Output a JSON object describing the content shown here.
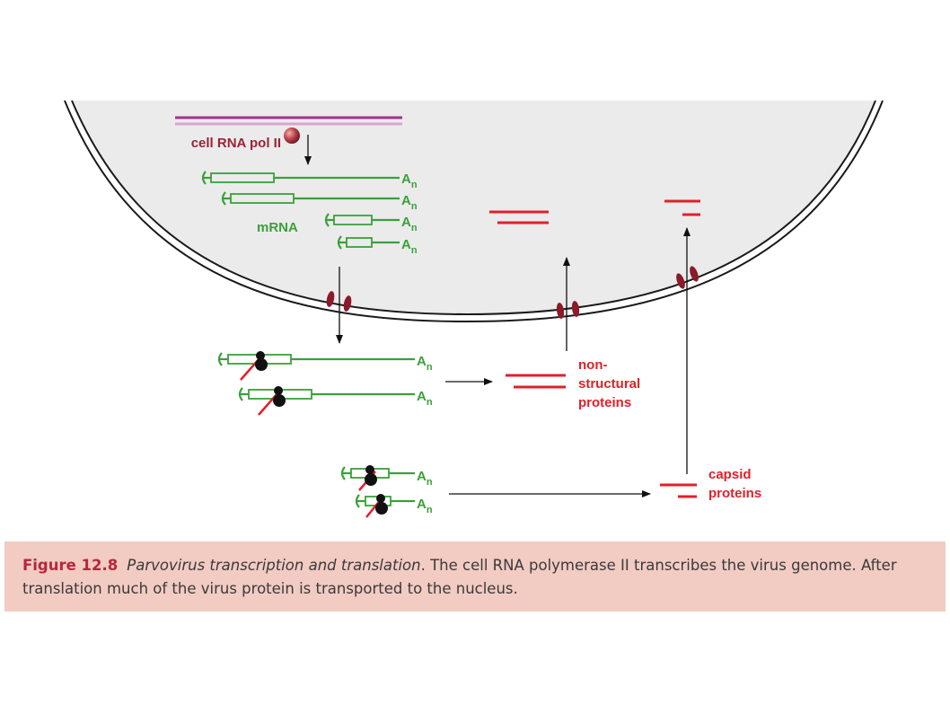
{
  "diagram": {
    "pol_label": "cell RNA pol II",
    "mrna_label": "mRNA",
    "poly_a": "A",
    "poly_a_sub": "n",
    "nonstructural_label": [
      "non-",
      "structural",
      "proteins"
    ],
    "capsid_label": [
      "capsid",
      "proteins"
    ],
    "colors": {
      "rna": "#3aa03a",
      "protein": "#e0202a",
      "pol": "#9b2335",
      "dna_top": "#a3308f",
      "dna_bottom": "#d7a6d2",
      "nucleus_fill": "#ebebeb",
      "pore": "#8b1a2b",
      "ribosome": "#111111"
    }
  },
  "caption": {
    "label": "Figure 12.8",
    "title": "Parvovirus transcription and translation",
    "text": ". The cell RNA polymerase II transcribes the virus genome. After translation much of the virus protein is transported to the nucleus."
  }
}
